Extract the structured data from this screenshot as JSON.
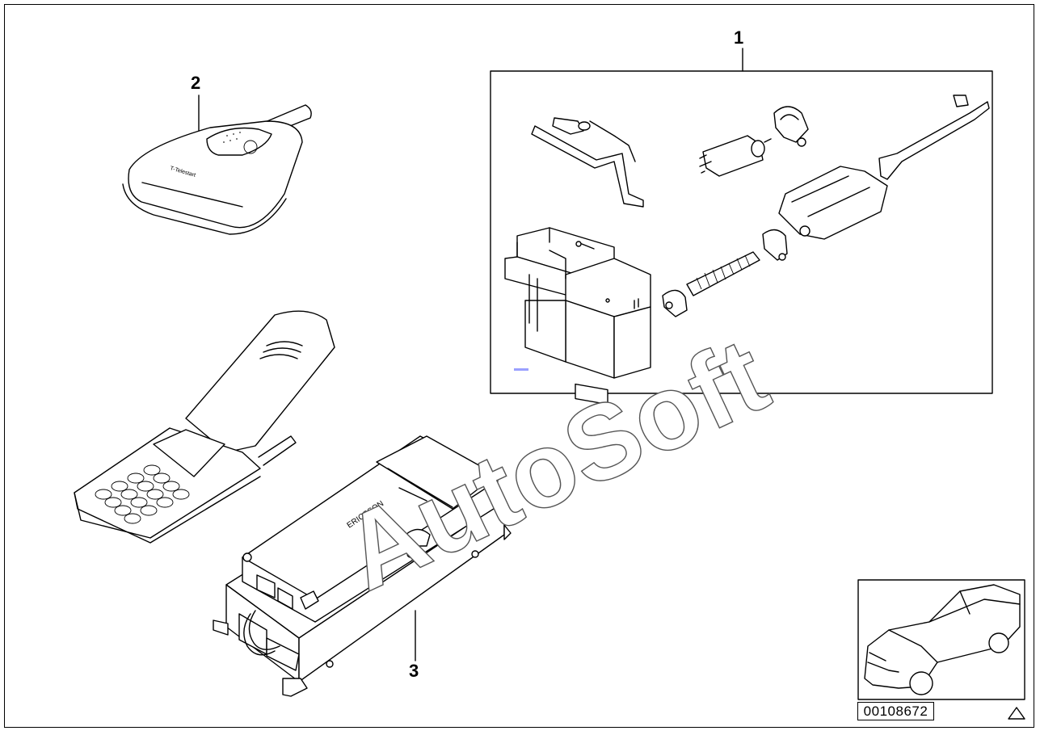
{
  "diagram": {
    "callouts": [
      "1",
      "2",
      "3"
    ],
    "watermark": "AutoSoft",
    "device_brand": "ERICSSON",
    "remote_brand": "T-Telestart",
    "part_number": "00108672"
  },
  "icons": {
    "warning": "warning-triangle-icon",
    "thumbnail": "car-thumbnail-icon"
  },
  "colors": {
    "line": "#000000",
    "background": "#ffffff",
    "watermark_stroke": "#555555"
  }
}
